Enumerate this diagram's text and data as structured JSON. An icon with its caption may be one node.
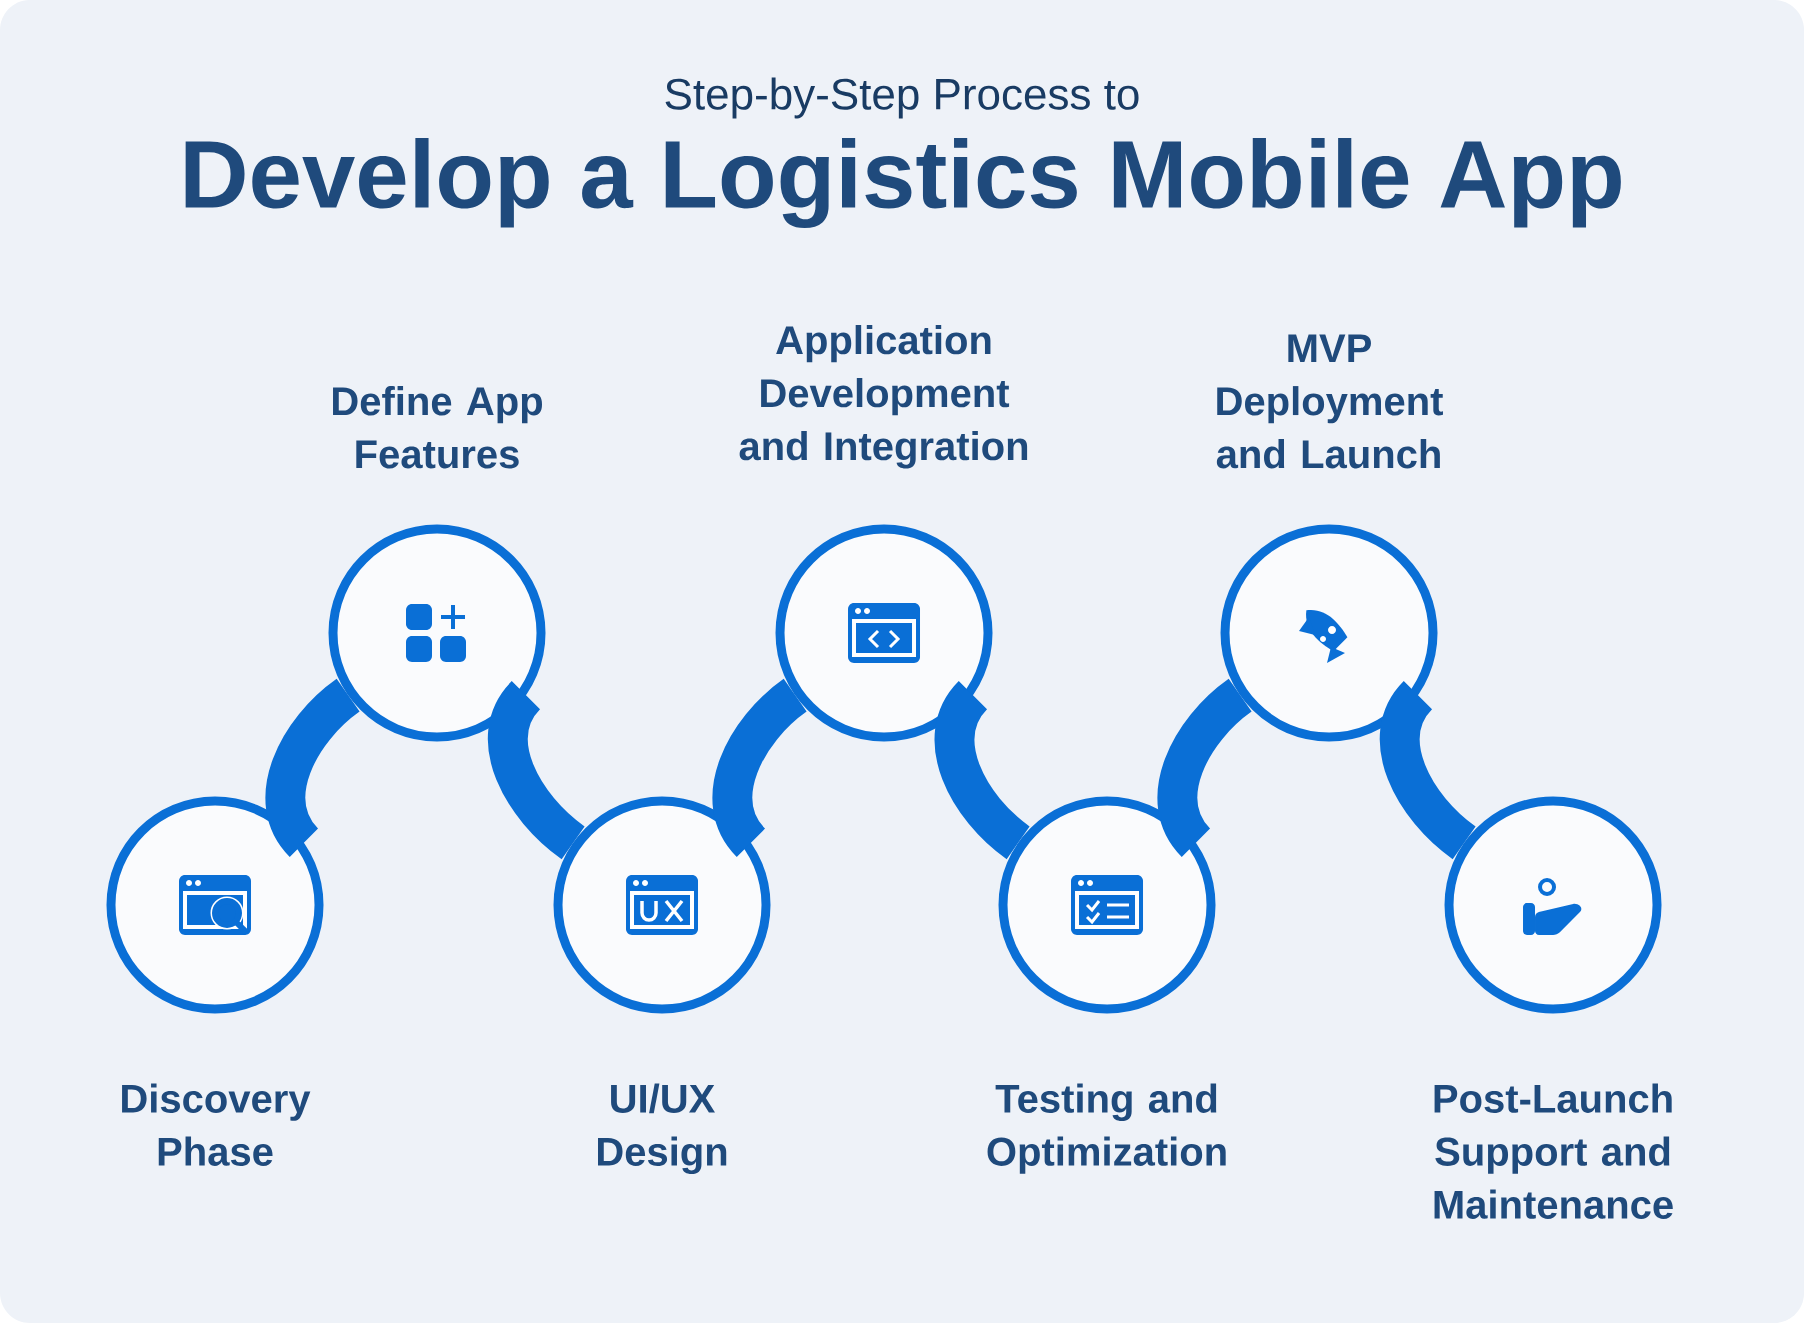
{
  "diagram": {
    "title": "Develop a Logistics Mobile App",
    "labels": [
      "Step-by-Step Process to"
    ],
    "nodes": [
      {
        "text": [
          "Discovery Phase"
        ]
      },
      {
        "text": [
          "Define App Features"
        ]
      },
      {
        "text": [
          "UI/UX Design"
        ]
      },
      {
        "text": [
          "Application Development and Integration"
        ]
      },
      {
        "text": [
          "Testing and Optimization"
        ]
      },
      {
        "text": [
          "MVP Deployment and Launch"
        ]
      },
      {
        "text": [
          "Post-Launch Support and Maintenance"
        ]
      }
    ],
    "edges": [
      {
        "from": 0,
        "to": 1,
        "arrow": "none"
      },
      {
        "from": 1,
        "to": 2,
        "arrow": "none"
      },
      {
        "from": 2,
        "to": 3,
        "arrow": "none"
      },
      {
        "from": 3,
        "to": 4,
        "arrow": "none"
      },
      {
        "from": 4,
        "to": 5,
        "arrow": "none"
      },
      {
        "from": 5,
        "to": 6,
        "arrow": "none"
      }
    ]
  }
}
